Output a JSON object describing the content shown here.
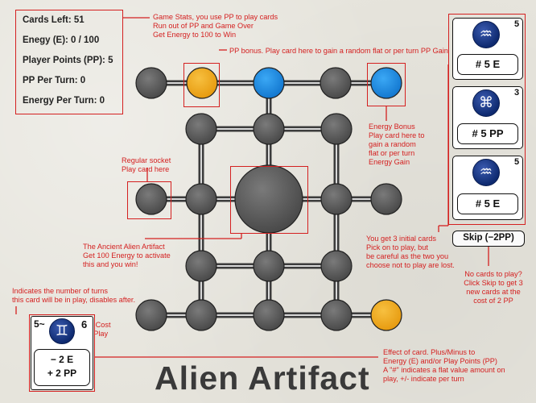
{
  "stats": {
    "cards_left": "Cards Left:  51",
    "energy": "Enegy (E): 0 / 100",
    "player_points": "Player Points (PP): 5",
    "pp_per_turn": "PP Per Turn: 0",
    "energy_per_turn": "Energy Per Turn: 0"
  },
  "annotations": {
    "game_stats": [
      "Game Stats, you use PP to play cards",
      "Run out of PP and Game Over",
      "Get Energy to 100 to Win"
    ],
    "pp_bonus": "PP bonus. Play card here to gain a random flat or per turn PP Gain",
    "energy_bonus": [
      "Energy Bonus",
      "Play card here to",
      "gain a random",
      "flat or per turn",
      "Energy Gain"
    ],
    "regular_socket": [
      "Regular socket",
      "Play card here"
    ],
    "artifact": [
      "The Ancient Alien Artifact",
      "Get 100 Energy to activate",
      "this and you win!"
    ],
    "initial_cards": [
      "You get 3 initial cards",
      "Pick on to play, but",
      "be careful as the two you",
      "choose not to play are lost."
    ],
    "skip_help": [
      "No cards to play?",
      "Click Skip to get 3",
      "new cards at the",
      "cost of 2 PP"
    ],
    "turns_help": [
      "Indicates the number of turns",
      "this card will be in play, disables after."
    ],
    "pp_cost": [
      "PP Cost",
      "To Play"
    ],
    "effect": [
      "Effect of card.  Plus/Minus to",
      "Energy (E) and/or Play Points (PP)",
      "A \"#\" indicates a flat value amount on",
      "play, +/- indicate per turn"
    ]
  },
  "hand": [
    {
      "symbol": "♒",
      "turns": "5",
      "effect": "# 5 E",
      "icon": "aquarius-icon"
    },
    {
      "symbol": "⌘",
      "turns": "3",
      "effect": "# 5 PP",
      "icon": "command-icon"
    },
    {
      "symbol": "♒",
      "turns": "5",
      "effect": "# 5 E",
      "icon": "aquarius-icon"
    }
  ],
  "skip_label": "Skip (−2PP)",
  "example_card": {
    "turns": "5~",
    "symbol": "♊",
    "icon": "gemini-icon",
    "pp_cost": "6",
    "effect_line1": "− 2 E",
    "effect_line2": "+ 2 PP"
  },
  "title": "Alien Artifact",
  "colors": {
    "annotation": "#d42020",
    "socket": "#5a5a5a",
    "pp_bonus": "#f0a81c",
    "energy_bonus": "#1f8fe8",
    "card_orb": "#1a3a8a"
  }
}
